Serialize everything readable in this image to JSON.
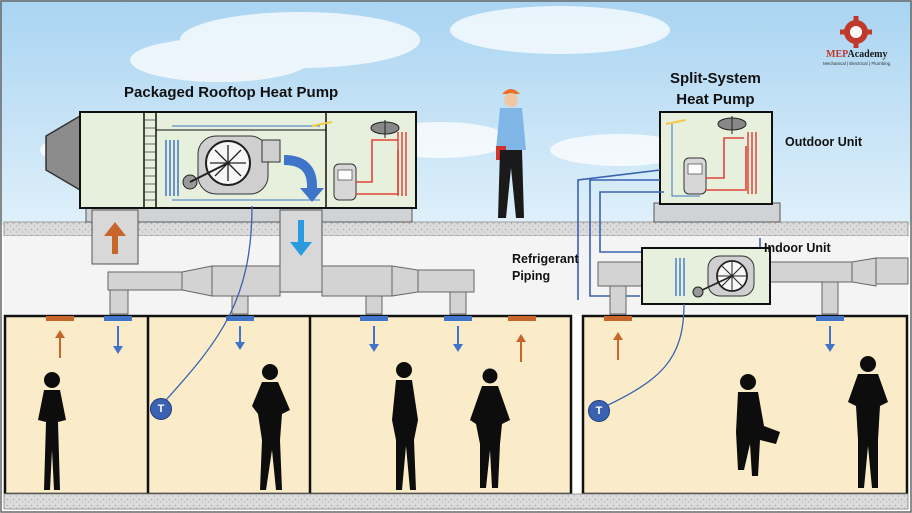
{
  "labels": {
    "rooftop_title": "Packaged Rooftop Heat Pump",
    "split_title_line1": "Split-System",
    "split_title_line2": "Heat Pump",
    "outdoor_unit": "Outdoor Unit",
    "indoor_unit": "Indoor Unit",
    "refrigerant_line1": "Refrigerant",
    "refrigerant_line2": "Piping"
  },
  "logo": {
    "brand_prefix": "MEP",
    "brand_suffix": "Academy",
    "tagline": "Mechanical | Electrical | Plumbing"
  },
  "thermostat_symbol": "T",
  "colors": {
    "sky": "#bfe0f5",
    "unit_fill": "#e6f0dc",
    "room_fill": "#fbecc9",
    "supply_blue": "#3f74c8",
    "return_orange": "#c8652a",
    "refrigerant_red": "#e0453a",
    "piping_blue": "#3a62b0",
    "duct_gray": "#d3d3d3"
  },
  "icons": [
    "fan-icon",
    "compressor-icon",
    "coil-icon",
    "person-silhouette-icon",
    "technician-icon",
    "gear-logo-icon"
  ]
}
